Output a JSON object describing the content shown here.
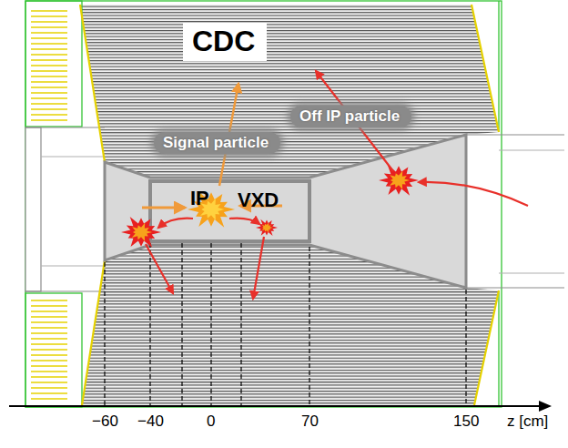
{
  "diagram": {
    "nodes": [
      {
        "text": [
          "CDC"
        ]
      },
      {
        "text": [
          "Off IP particle"
        ]
      },
      {
        "text": [
          "Signal particle"
        ]
      }
    ],
    "labels": [
      "IP",
      "VXD",
      "−60",
      "−40",
      "0",
      "70",
      "150",
      "z [cm]"
    ]
  }
}
